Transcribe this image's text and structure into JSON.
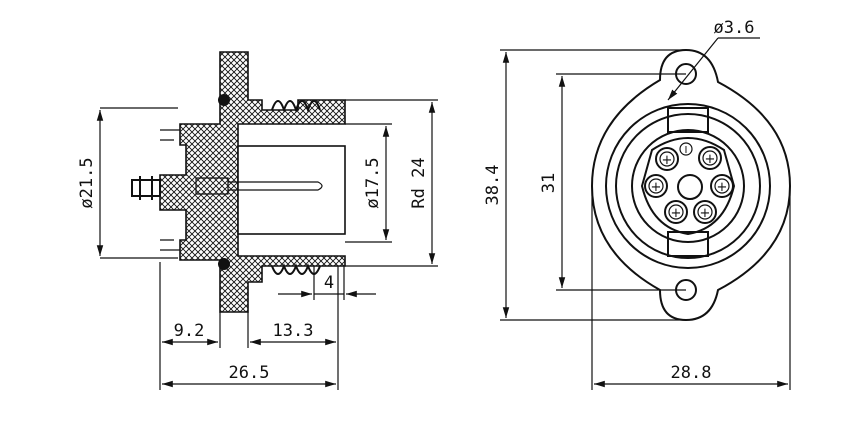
{
  "drawing": {
    "side_view": {
      "dims": {
        "dia_21_5": "ø21.5",
        "dia_17_5": "ø17.5",
        "rd_24": "Rd 24",
        "len_4": "4",
        "len_9_2": "9.2",
        "len_13_3": "13.3",
        "len_26_5": "26.5"
      }
    },
    "front_view": {
      "dims": {
        "hole_dia": "ø3.6",
        "hole_spacing": "31",
        "height": "38.4",
        "width": "28.8"
      },
      "pin_symbol": "+",
      "key_mark": "I"
    }
  },
  "colors": {
    "ink": "#111111",
    "background": "#ffffff"
  }
}
